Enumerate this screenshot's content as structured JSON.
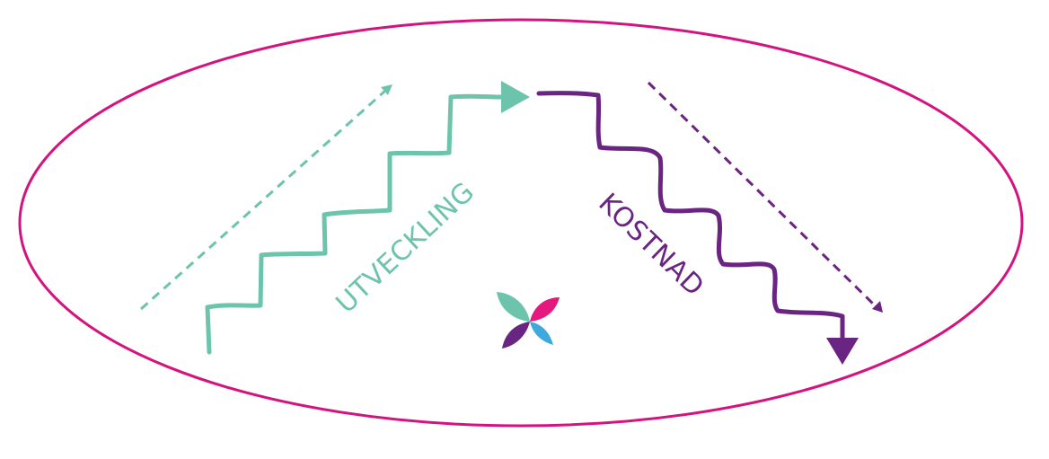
{
  "labels": {
    "growth": "UTVECKLING",
    "cost": "KOSTNAD"
  },
  "colors": {
    "ellipse": "#d4137f",
    "growth": "#6cc4ad",
    "cost": "#6a2481",
    "logo_teal": "#6cc4ad",
    "logo_pink": "#e5187e",
    "logo_purple": "#6a2481",
    "logo_blue": "#3fa9dd"
  },
  "icons": {
    "logo": "four-petal-flower-logo"
  }
}
